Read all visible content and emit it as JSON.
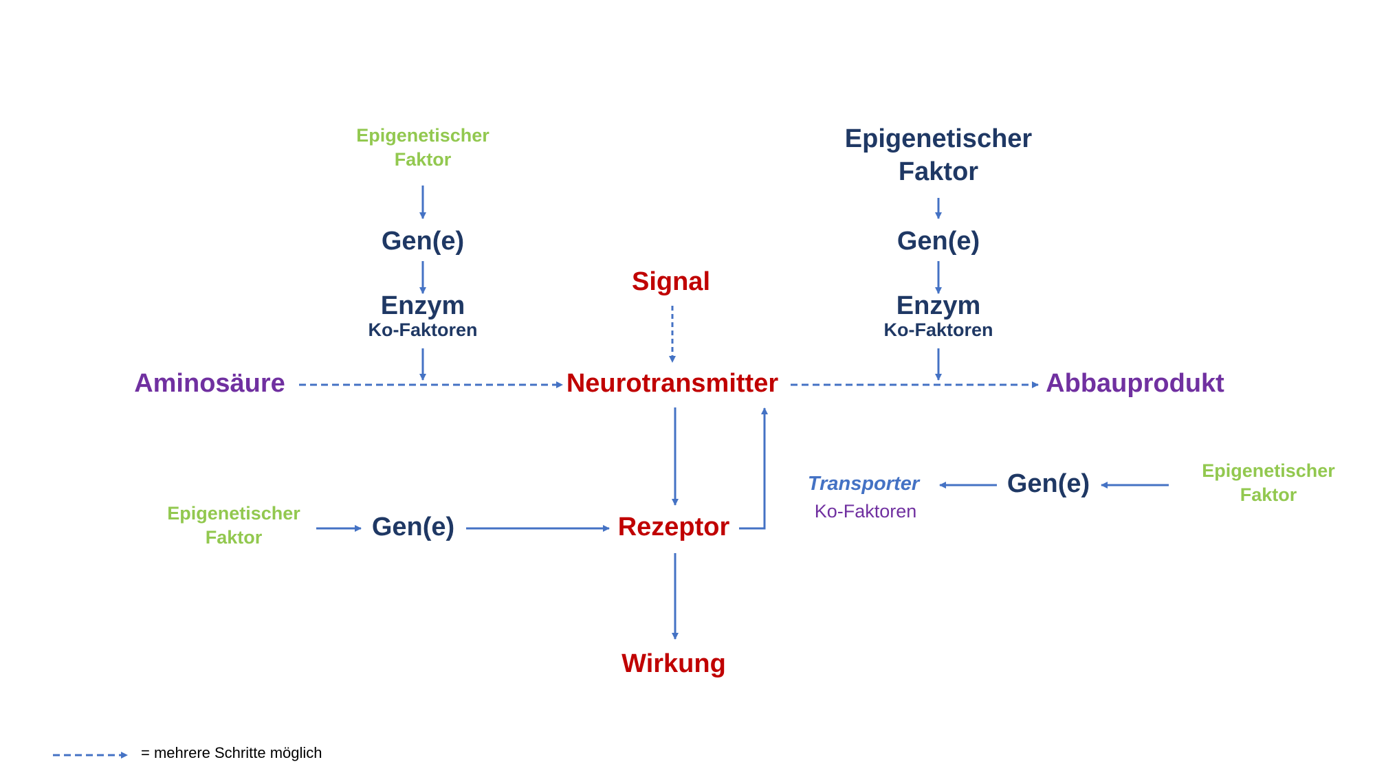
{
  "colors": {
    "arrow": "#4472c4",
    "epigenetic": "#92c84f",
    "gene": "#1f3864",
    "core": "#c00000",
    "substance": "#7030a0",
    "transporter": "#4472c4"
  },
  "top_left": {
    "epi_line1": "Epigenetischer",
    "epi_line2": "Faktor",
    "gene": "Gen(e)",
    "enzyme": "Enzym",
    "cofactors": "Ko-Faktoren"
  },
  "top_right": {
    "epi_line1": "Epigenetischer",
    "epi_line2": "Faktor",
    "gene": "Gen(e)",
    "enzyme": "Enzym",
    "cofactors": "Ko-Faktoren"
  },
  "center": {
    "signal": "Signal",
    "aminoacid": "Aminosäure",
    "neurotransmitter": "Neurotransmitter",
    "breakdown": "Abbauprodukt",
    "receptor": "Rezeptor",
    "effect": "Wirkung"
  },
  "bottom_left": {
    "epi_line1": "Epigenetischer",
    "epi_line2": "Faktor",
    "gene": "Gen(e)"
  },
  "right_mid": {
    "transporter": "Transporter",
    "cofactors": "Ko-Faktoren",
    "gene": "Gen(e)",
    "epi_line1": "Epigenetischer",
    "epi_line2": "Faktor"
  },
  "legend": {
    "text": "= mehrere Schritte möglich"
  }
}
